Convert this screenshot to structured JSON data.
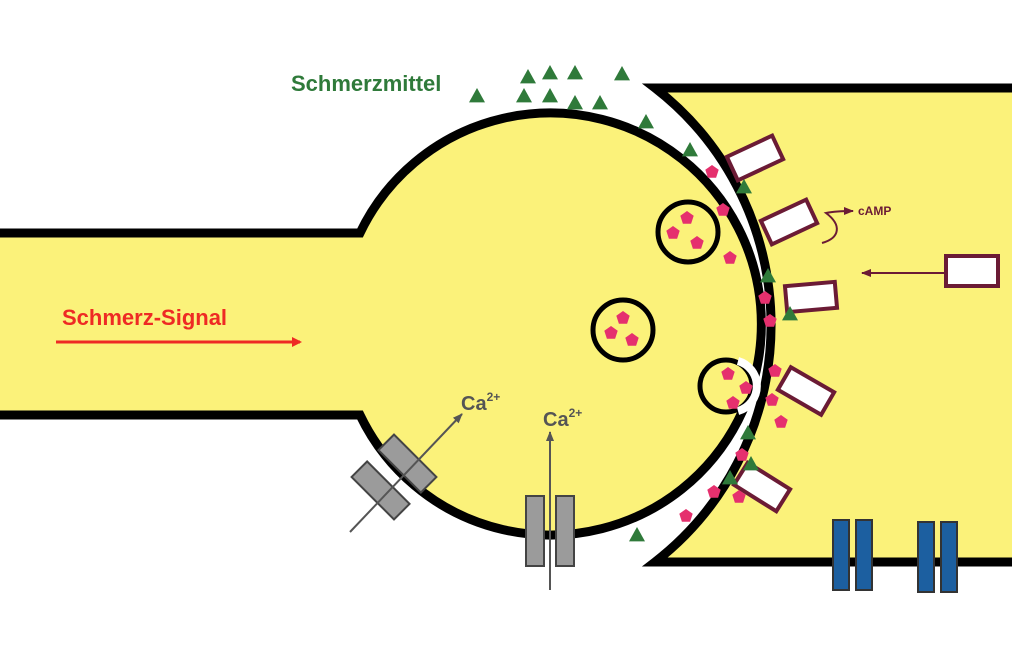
{
  "labels": {
    "signal": "Schmerz-Signal",
    "drug": "Schmerzmittel",
    "camp": "cAMP",
    "calcium": "Ca",
    "calcium_sup": "2+"
  },
  "colors": {
    "cell_fill": "#fbf27a",
    "membrane": "#000000",
    "signal_red": "#ee2a24",
    "drug_green": "#2f7a3a",
    "transmitter_pink": "#e5306e",
    "receptor_outline": "#6b1b35",
    "channel_gray": "#9b9b9b",
    "channel_blue": "#1c5fa0",
    "arrow_gray": "#555555"
  },
  "icons": {
    "drug_molecule": "green-triangle",
    "transmitter": "pink-pentagon",
    "ca_channel": "gray-channel",
    "post_channel": "blue-channel",
    "receptor": "receptor-rectangle",
    "vesicle": "vesicle-circle"
  }
}
